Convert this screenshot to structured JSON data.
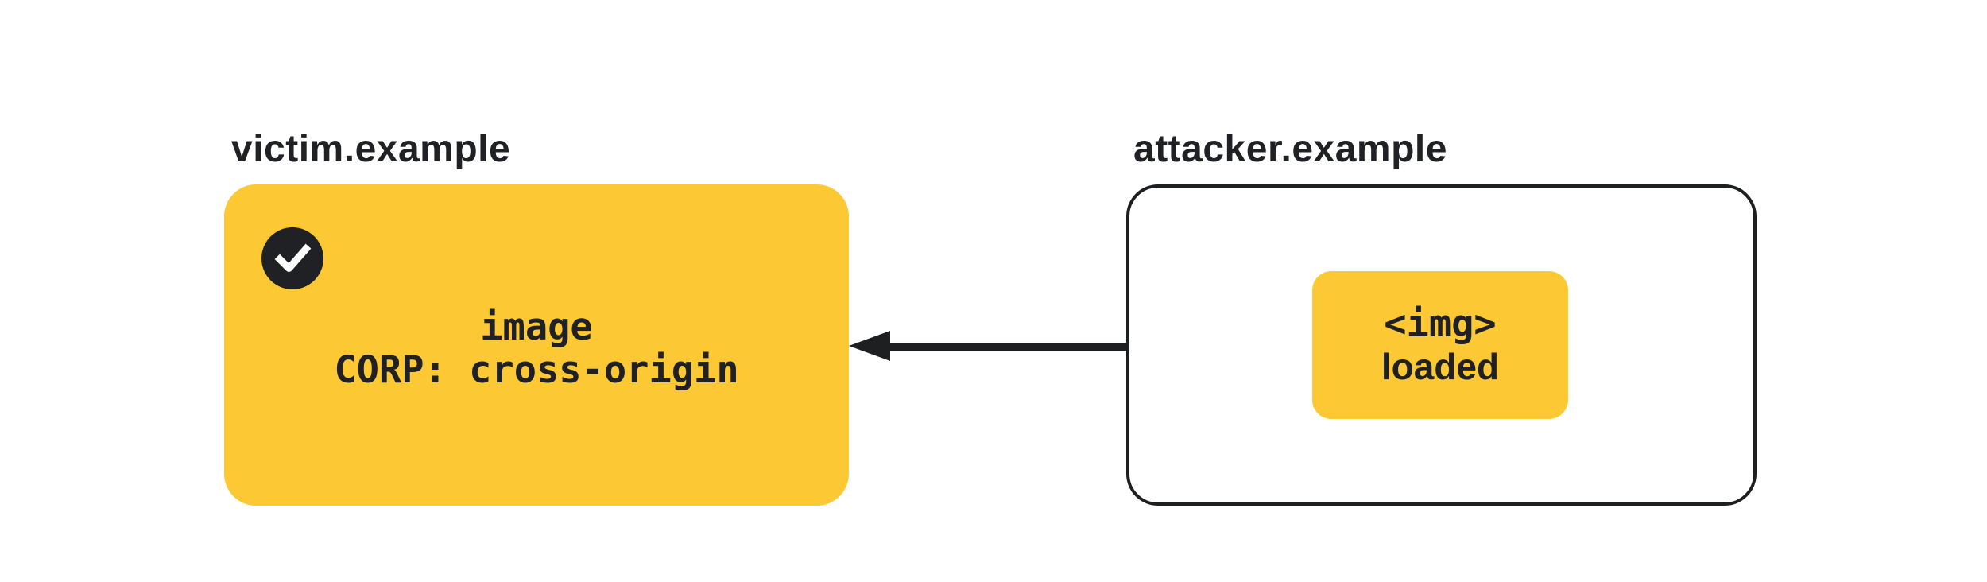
{
  "diagram": {
    "title_hint": "CORP cross-origin allows attacker page to load victim image",
    "victim": {
      "label": "victim.example",
      "resource_line": "image",
      "corp_line": "CORP: cross-origin",
      "status_icon": "checkmark-icon"
    },
    "attacker": {
      "label": "attacker.example",
      "badge_line_1": "<img>",
      "badge_line_2": "loaded"
    },
    "arrow": {
      "direction": "right-to-left",
      "from": "attacker img badge",
      "to": "victim image resource"
    },
    "colors": {
      "accent_yellow": "#FCC934",
      "ink": "#202124",
      "arrow_black": "#1E1F20",
      "background": "#FFFFFF",
      "check_mark": "#FFFFFF"
    }
  }
}
